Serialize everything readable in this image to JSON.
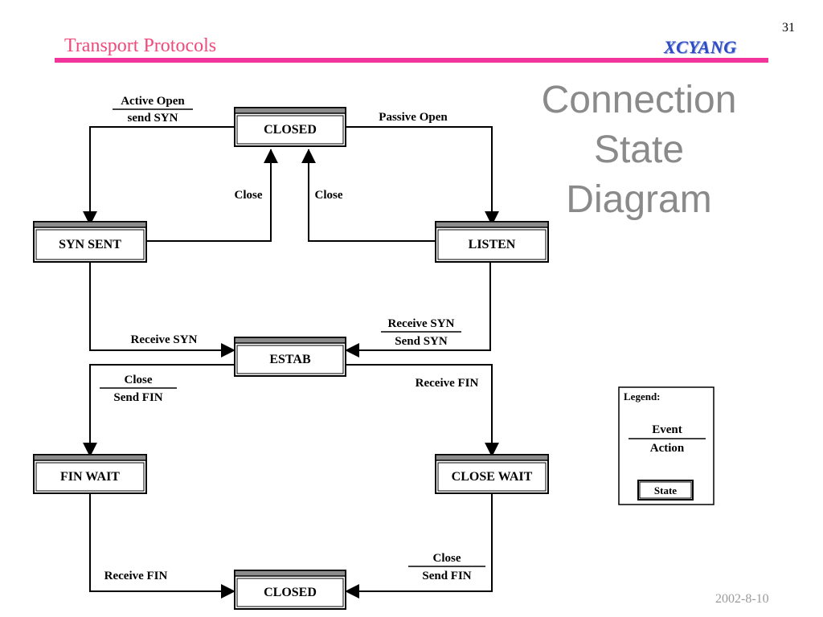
{
  "slide": {
    "page_number": "31",
    "course_title": "Transport Protocols",
    "author": "XCYANG",
    "title_lines": [
      "Connection",
      "State",
      "Diagram"
    ],
    "date": "2002-8-10",
    "colors": {
      "title_gray": "#8a8a8a",
      "header_pink": "#ef4a7c",
      "rule_magenta": "#f2359c",
      "logo_blue": "#2e4dc4"
    }
  },
  "diagram": {
    "states": {
      "closed_top": "CLOSED",
      "syn_sent": "SYN SENT",
      "listen": "LISTEN",
      "estab": "ESTAB",
      "fin_wait": "FIN WAIT",
      "close_wait": "CLOSE WAIT",
      "closed_bottom": "CLOSED"
    },
    "transitions": {
      "active_open": {
        "event": "Active Open",
        "action": "send SYN"
      },
      "passive_open": {
        "event": "Passive Open"
      },
      "close_from_syn_sent": {
        "event": "Close"
      },
      "close_from_listen": {
        "event": "Close"
      },
      "receive_syn_from_syn_sent": {
        "event": "Receive SYN"
      },
      "receive_syn_from_listen": {
        "event": "Receive SYN",
        "action": "Send SYN"
      },
      "close_from_estab": {
        "event": "Close",
        "action": "Send FIN"
      },
      "receive_fin_from_estab": {
        "event": "Receive FIN"
      },
      "receive_fin_from_fin_wait": {
        "event": "Receive FIN"
      },
      "close_from_close_wait": {
        "event": "Close",
        "action": "Send FIN"
      }
    },
    "legend": {
      "heading": "Legend:",
      "event": "Event",
      "action": "Action",
      "state": "State"
    }
  }
}
